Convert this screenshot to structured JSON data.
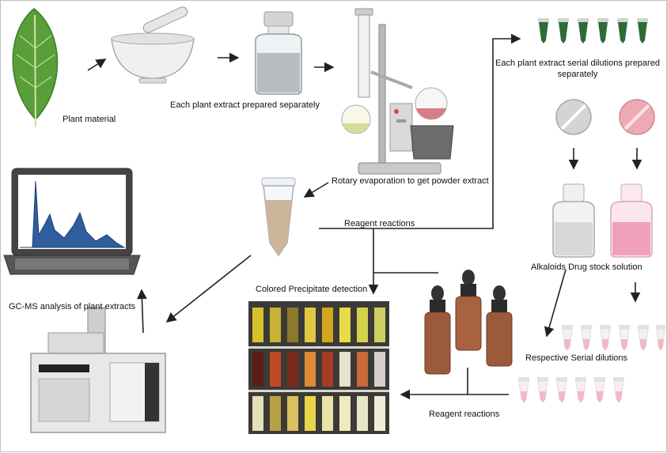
{
  "labels": {
    "plant_material": "Plant material",
    "extract_prepared": "Each plant extract prepared separately",
    "serial_dilutions_prepared": "Each plant extract serial dilutions prepared separately",
    "rotary_evaporation": "Rotary evaporation to get powder extract",
    "reagent_reactions_top": "Reagent reactions",
    "alkaloids_stock": "Alkaloids Drug  stock solution",
    "colored_precipitate": "Colored Precipitate detection",
    "gcms_analysis": "GC-MS analysis of plant extracts",
    "respective_dilutions": "Respective Serial dilutions",
    "reagent_reactions_bottom": "Reagent reactions"
  },
  "colors": {
    "leaf": "#5a9e3a",
    "arrow": "#222222",
    "extract_tube_green": "#2e6b36",
    "drug_pink": "#f0a0b8",
    "dilution_pink": "#f2b8c6",
    "bottle_amber": "#9c5a3c",
    "chromatogram_blue": "#2f5d9e"
  }
}
